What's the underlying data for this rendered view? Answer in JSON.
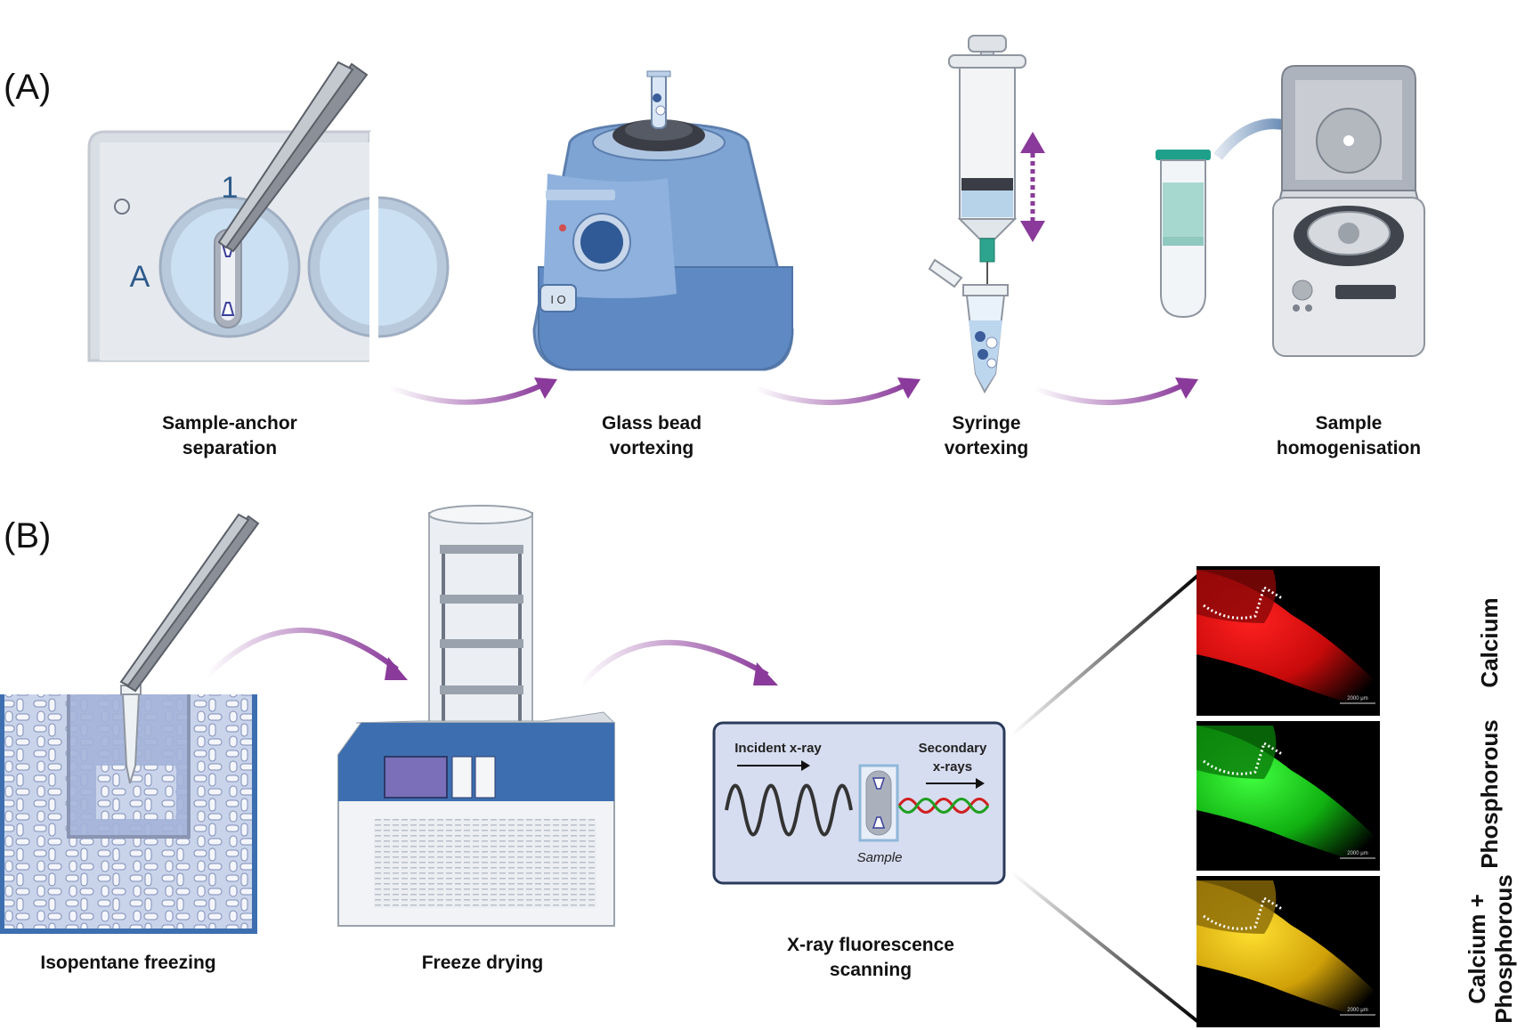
{
  "panels": {
    "A": "(A)",
    "B": "(B)"
  },
  "panel_a_steps": [
    {
      "line1": "Sample-anchor",
      "line2": "separation"
    },
    {
      "line1": "Glass bead",
      "line2": "vortexing"
    },
    {
      "line1": "Syringe",
      "line2": "vortexing"
    },
    {
      "line1": "Sample",
      "line2": "homogenisation"
    }
  ],
  "well_plate": {
    "column_label": "1",
    "row_label": "A"
  },
  "panel_b_steps": [
    {
      "line1": "Isopentane freezing",
      "line2": ""
    },
    {
      "line1": "Freeze drying",
      "line2": ""
    },
    {
      "line1": "X-ray fluorescence",
      "line2": "scanning"
    }
  ],
  "xrf_box": {
    "incident": "Incident x-ray",
    "secondary_1": "Secondary",
    "secondary_2": "x-rays",
    "sample": "Sample"
  },
  "xrf_images": [
    {
      "label_1": "Calcium",
      "label_2": "",
      "color": "#e01010",
      "scale": "2000 μm"
    },
    {
      "label_1": "Phosphorous",
      "label_2": "",
      "color": "#18d018",
      "scale": "2000 μm"
    },
    {
      "label_1": "Calcium +",
      "label_2": "Phosphorous",
      "color": "#e0c010",
      "scale": "2000 μm"
    }
  ],
  "colors": {
    "arrow": "#8a3a9a",
    "vortex_blue": "#6d95c8",
    "freezer_blue": "#3d6fb0",
    "xrf_box_fill": "#d7ddf0"
  }
}
